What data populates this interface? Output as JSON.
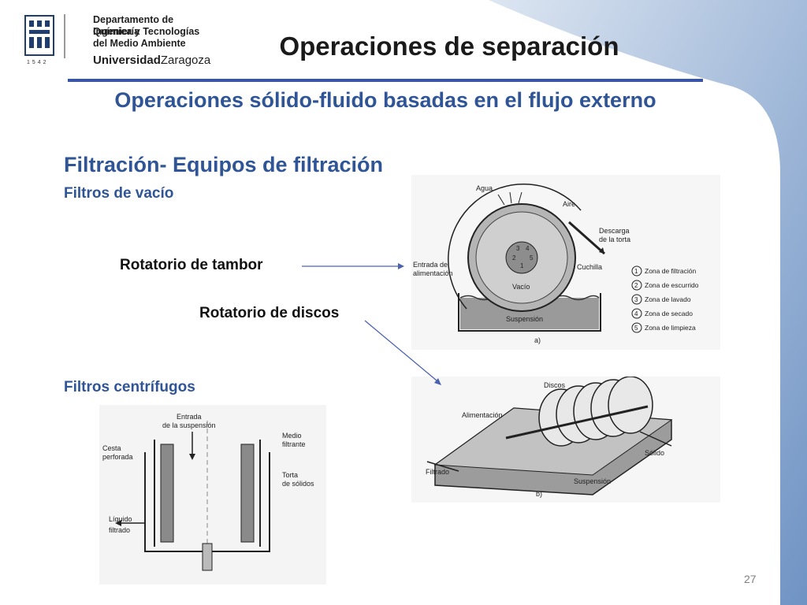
{
  "header": {
    "logo_line1": "Departamento de Ingeniería",
    "logo_line2": "Química y Tecnologías",
    "logo_line3": "del Medio Ambiente",
    "logo_uni_bold": "Universidad",
    "logo_uni_rest": "Zaragoza",
    "logo_year": "1542"
  },
  "slide": {
    "title": "Operaciones de separación",
    "subtitle": "Operaciones sólido-fluido basadas en el flujo externo",
    "heading": "Filtración- Equipos de filtración",
    "vacuum_filters": "Filtros de vacío",
    "rotary_drum": "Rotatorio de tambor",
    "rotary_disc": "Rotatorio de discos",
    "centrifugal_filters": "Filtros centrífugos",
    "page_number": "27"
  },
  "figures": {
    "drum": {
      "agua": "Agua",
      "aire": "Aire",
      "descarga1": "Descarga",
      "descarga2": "de la torta",
      "entrada1": "Entrada de",
      "entrada2": "alimentación",
      "cuchilla": "Cuchilla",
      "vacio": "Vacío",
      "suspension": "Suspensión",
      "caption": "a)",
      "legend": [
        "Zona de filtración",
        "Zona de escurrido",
        "Zona de lavado",
        "Zona de secado",
        "Zona de limpieza"
      ],
      "legend_nums": [
        "1",
        "2",
        "3",
        "4",
        "5"
      ]
    },
    "disc": {
      "discos": "Discos",
      "alimentacion": "Alimentación",
      "solido": "Sólido",
      "filtrado": "Filtrado",
      "suspension": "Suspensión",
      "caption": "b)"
    },
    "centrifuge": {
      "entrada1": "Entrada",
      "entrada2": "de la suspensión",
      "cesta1": "Cesta",
      "cesta2": "perforada",
      "medio1": "Medio",
      "medio2": "filtrante",
      "torta1": "Torta",
      "torta2": "de sólidos",
      "liquido1": "Líquido",
      "liquido2": "filtrado"
    }
  },
  "colors": {
    "title_blue": "#2f5597",
    "rule_blue": "#3a55a5",
    "corner_blue": "#7d9fcc"
  }
}
